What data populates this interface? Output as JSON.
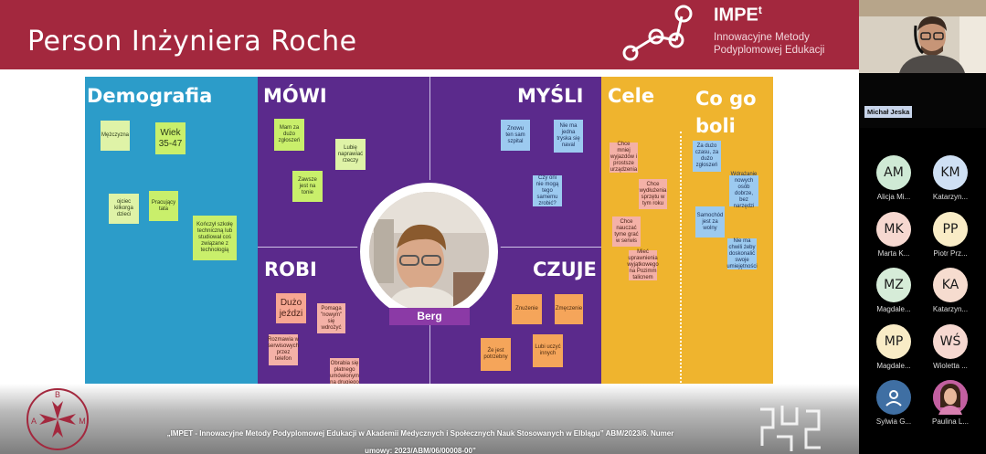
{
  "slide": {
    "header_title": "Person Inżyniera Roche",
    "logo_name": "IMPE",
    "logo_sup": "t",
    "logo_sub": "Innowacyjne Metody Podyplomowej Edukacji",
    "colors": {
      "header": "#a3283e",
      "demo": "#2c9cc9",
      "purple": "#5b2a8c",
      "yellow": "#efb42e"
    }
  },
  "board": {
    "sections": {
      "demografia": "Demografia",
      "mowi": "MÓWI",
      "mysli": "MYŚLI",
      "robi": "ROBI",
      "czuje": "CZUJE",
      "cele": "Cele",
      "co_go_boli_1": "Co go",
      "co_go_boli_2": "boli"
    },
    "persona_name": "Berg",
    "notes": {
      "demo": [
        "Mężczyzna",
        "Wiek 35-47",
        "ojciec kilkorga dzieci",
        "Pracujący tata",
        "Kończył szkołę techniczną lub studiował coś związane z technologią"
      ],
      "mowi": [
        "Mam za dużo zgłoszeń",
        "Lubię naprawiać rzeczy",
        "Zawsze jest na tonie"
      ],
      "mysli": [
        "Znowu ten sam szpital",
        "Nie ma jedna tryska się naval",
        "Czy oni nie mogą tego samemu zrobić?"
      ],
      "robi": [
        "Dużo jeździ",
        "Pomaga \"nowym\" się wdrożyć",
        "Rozmawia w serwisowych przez telefon",
        "Obrabia się płatnego umówionym na drugiego"
      ],
      "czuje": [
        "Znużenie",
        "Zmęczenie",
        "Że jest potrzebny",
        "Lubi uczyć innych"
      ],
      "cele": [
        "Chce mniej wyjazdów i prostsze urządzenia",
        "Chce wydłużenia sprzętu w tym roku",
        "Chce nauczać tyme grać w serwis",
        "Mieć uprawnienia wyjątkowego na Pozimm talicnem"
      ],
      "boli": [
        "Za dużo czasu, za dużo zgłoszeń",
        "Wdrażanie nowych osób dobrze, bez narzędzi",
        "Samochód jest za wolny",
        "Nie ma chwili żeby doskonalić swoje umiejętności"
      ]
    }
  },
  "footer": {
    "line1": "„IMPET - Innowacyjne Metody Podyplomowej Edukacji w Akademii Medycznych i Społecznych Nauk Stosowanych w Elblągu” ABM/2023/6. Numer",
    "line2": "umowy: 2023/ABM/06/00008-00”",
    "seal_letters": [
      "B",
      "A",
      "M"
    ]
  },
  "sidebar": {
    "speaker": "Michał Jeska",
    "participants": [
      {
        "initials": "AM",
        "name": "Alicja Mi...",
        "color": "#cfead5"
      },
      {
        "initials": "KM",
        "name": "Katarzyn...",
        "color": "#cfe0f4"
      },
      {
        "initials": "MK",
        "name": "Marta K...",
        "color": "#f6d8d0"
      },
      {
        "initials": "PP",
        "name": "Piotr Prz...",
        "color": "#f9ecc6"
      },
      {
        "initials": "MZ",
        "name": "Magdale...",
        "color": "#d6ecd8"
      },
      {
        "initials": "KA",
        "name": "Katarzyn...",
        "color": "#f6dccf"
      },
      {
        "initials": "MP",
        "name": "Magdale...",
        "color": "#f9ecc6"
      },
      {
        "initials": "WŚ",
        "name": "Wioletta ...",
        "color": "#f6d8d0"
      },
      {
        "initials": "",
        "name": "Sylwia G...",
        "color": "#3f6fa3"
      },
      {
        "initials": "",
        "name": "Paulina L...",
        "color": "#c25fa0"
      }
    ]
  }
}
